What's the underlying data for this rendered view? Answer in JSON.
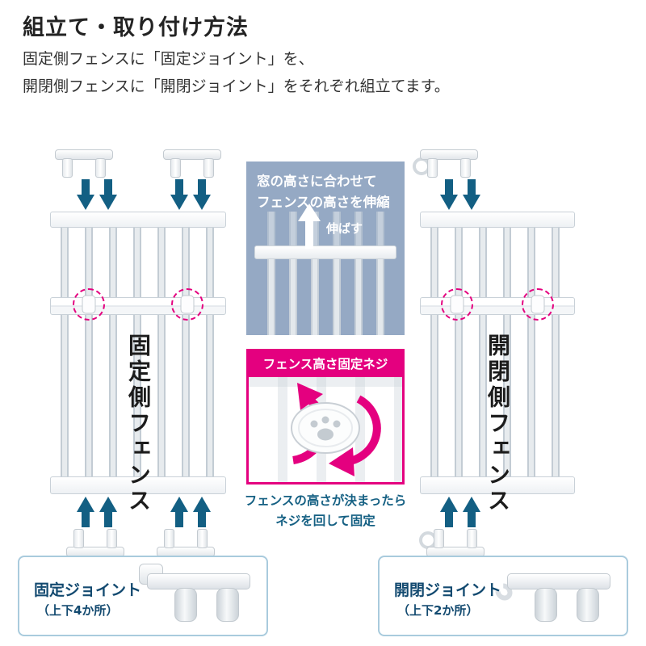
{
  "header": {
    "title": "組立て・取り付け方法",
    "intro_line1": "固定側フェンスに「固定ジョイント」を、",
    "intro_line2": "開閉側フェンスに「開閉ジョイント」をそれぞれ組立てます。"
  },
  "fences": {
    "fixed_label": "固定側フェンス",
    "open_label": "開閉側フェンス"
  },
  "height_box": {
    "line1": "窓の高さに合わせて",
    "line2": "フェンスの高さを伸縮",
    "stretch_label": "伸ばす"
  },
  "screw_box": {
    "header": "フェンス高さ固定ネジ",
    "caption_line1": "フェンスの高さが決まったら",
    "caption_line2": "ネジを回して固定"
  },
  "joint_boxes": {
    "fixed": {
      "label": "固定ジョイント",
      "sublabel": "（上下4か所）"
    },
    "open": {
      "label": "開閉ジョイント",
      "sublabel": "（上下2か所）"
    }
  },
  "colors": {
    "arrow_teal": "#135f83",
    "magenta": "#e4007f",
    "panel_blue": "#95a9c4",
    "caption_teal": "#156083",
    "box_border": "#a9cbdd",
    "label_navy": "#134a70"
  }
}
